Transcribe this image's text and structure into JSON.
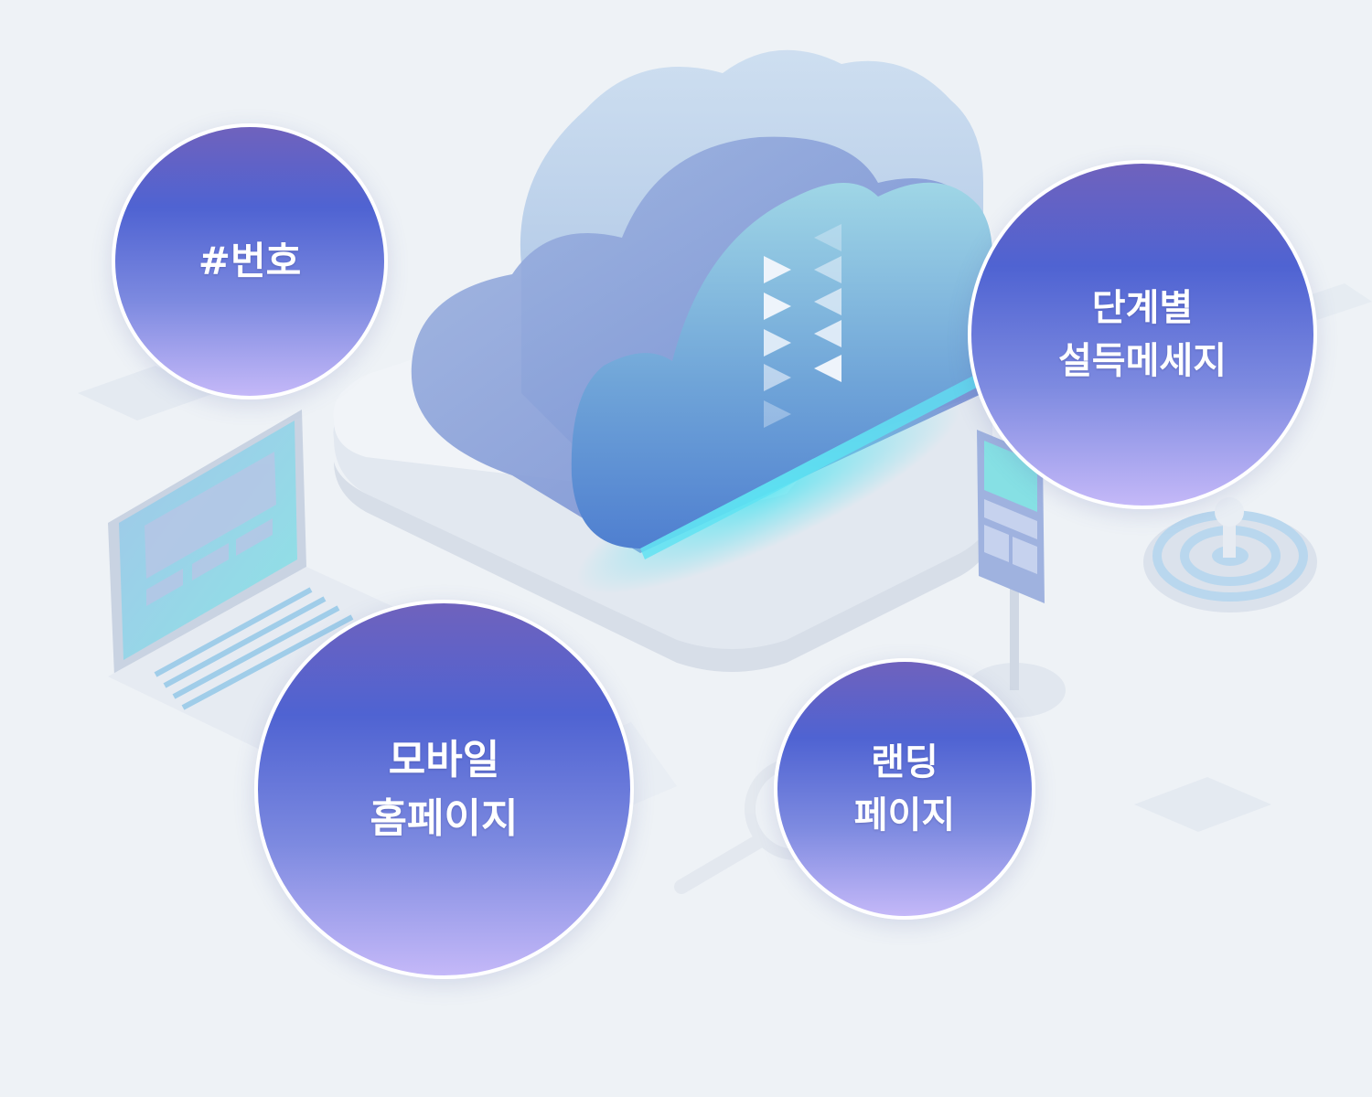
{
  "colors": {
    "background": "#eef2f6",
    "bubble_top": "#6f62bd",
    "bubble_mid": "#4f63d2",
    "bubble_bottom": "#c4b8f8",
    "cloud_accent": "#4fe3f0"
  },
  "illustration": {
    "icons": [
      "cloud-icon",
      "laptop-icon",
      "phone-kiosk-icon",
      "target-icon",
      "magnifier-icon"
    ]
  },
  "bubbles": {
    "number": {
      "line1": "#번호"
    },
    "step_message": {
      "line1": "단계별",
      "line2": "설득메세지"
    },
    "mobile_homepage": {
      "line1": "모바일",
      "line2": "홈페이지"
    },
    "landing_page": {
      "line1": "랜딩",
      "line2": "페이지"
    }
  }
}
